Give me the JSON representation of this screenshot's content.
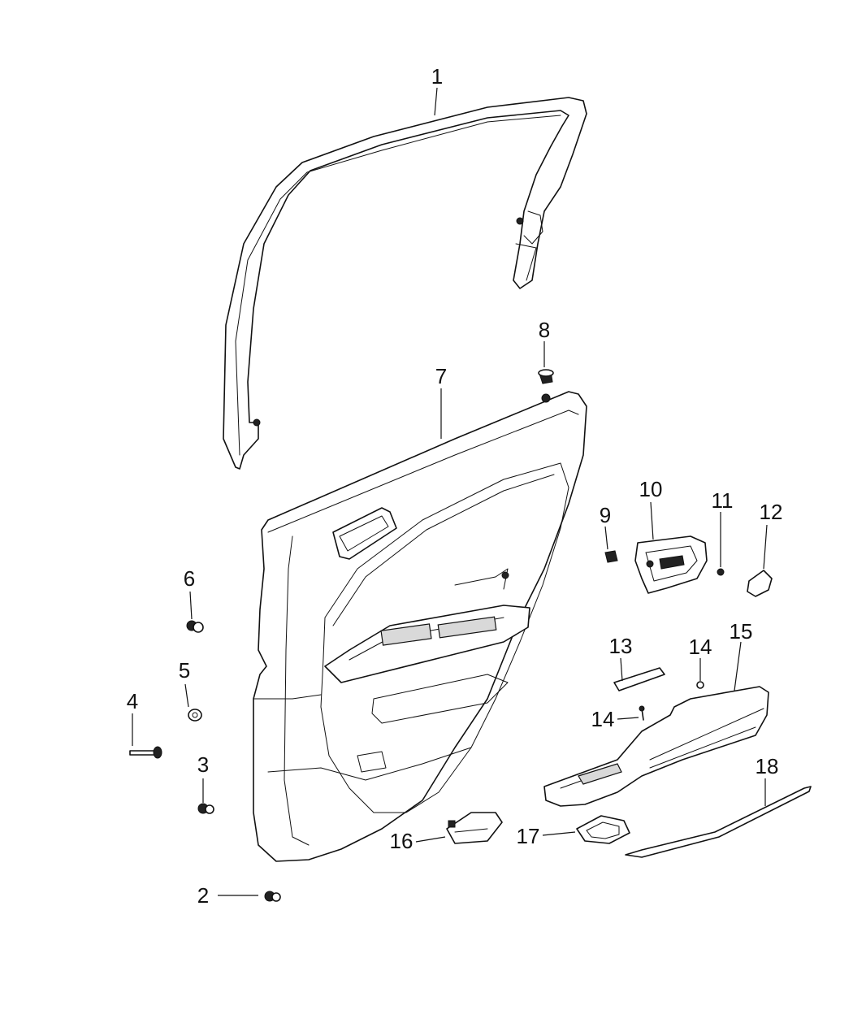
{
  "callouts": [
    {
      "id": "c1",
      "label": "1"
    },
    {
      "id": "c2",
      "label": "2"
    },
    {
      "id": "c3",
      "label": "3"
    },
    {
      "id": "c4",
      "label": "4"
    },
    {
      "id": "c5",
      "label": "5"
    },
    {
      "id": "c6",
      "label": "6"
    },
    {
      "id": "c7",
      "label": "7"
    },
    {
      "id": "c8",
      "label": "8"
    },
    {
      "id": "c9",
      "label": "9"
    },
    {
      "id": "c10",
      "label": "10"
    },
    {
      "id": "c11",
      "label": "11"
    },
    {
      "id": "c12",
      "label": "12"
    },
    {
      "id": "c13",
      "label": "13"
    },
    {
      "id": "c14a",
      "label": "14"
    },
    {
      "id": "c14b",
      "label": "14"
    },
    {
      "id": "c15",
      "label": "15"
    },
    {
      "id": "c16",
      "label": "16"
    },
    {
      "id": "c17",
      "label": "17"
    },
    {
      "id": "c18",
      "label": "18"
    }
  ]
}
